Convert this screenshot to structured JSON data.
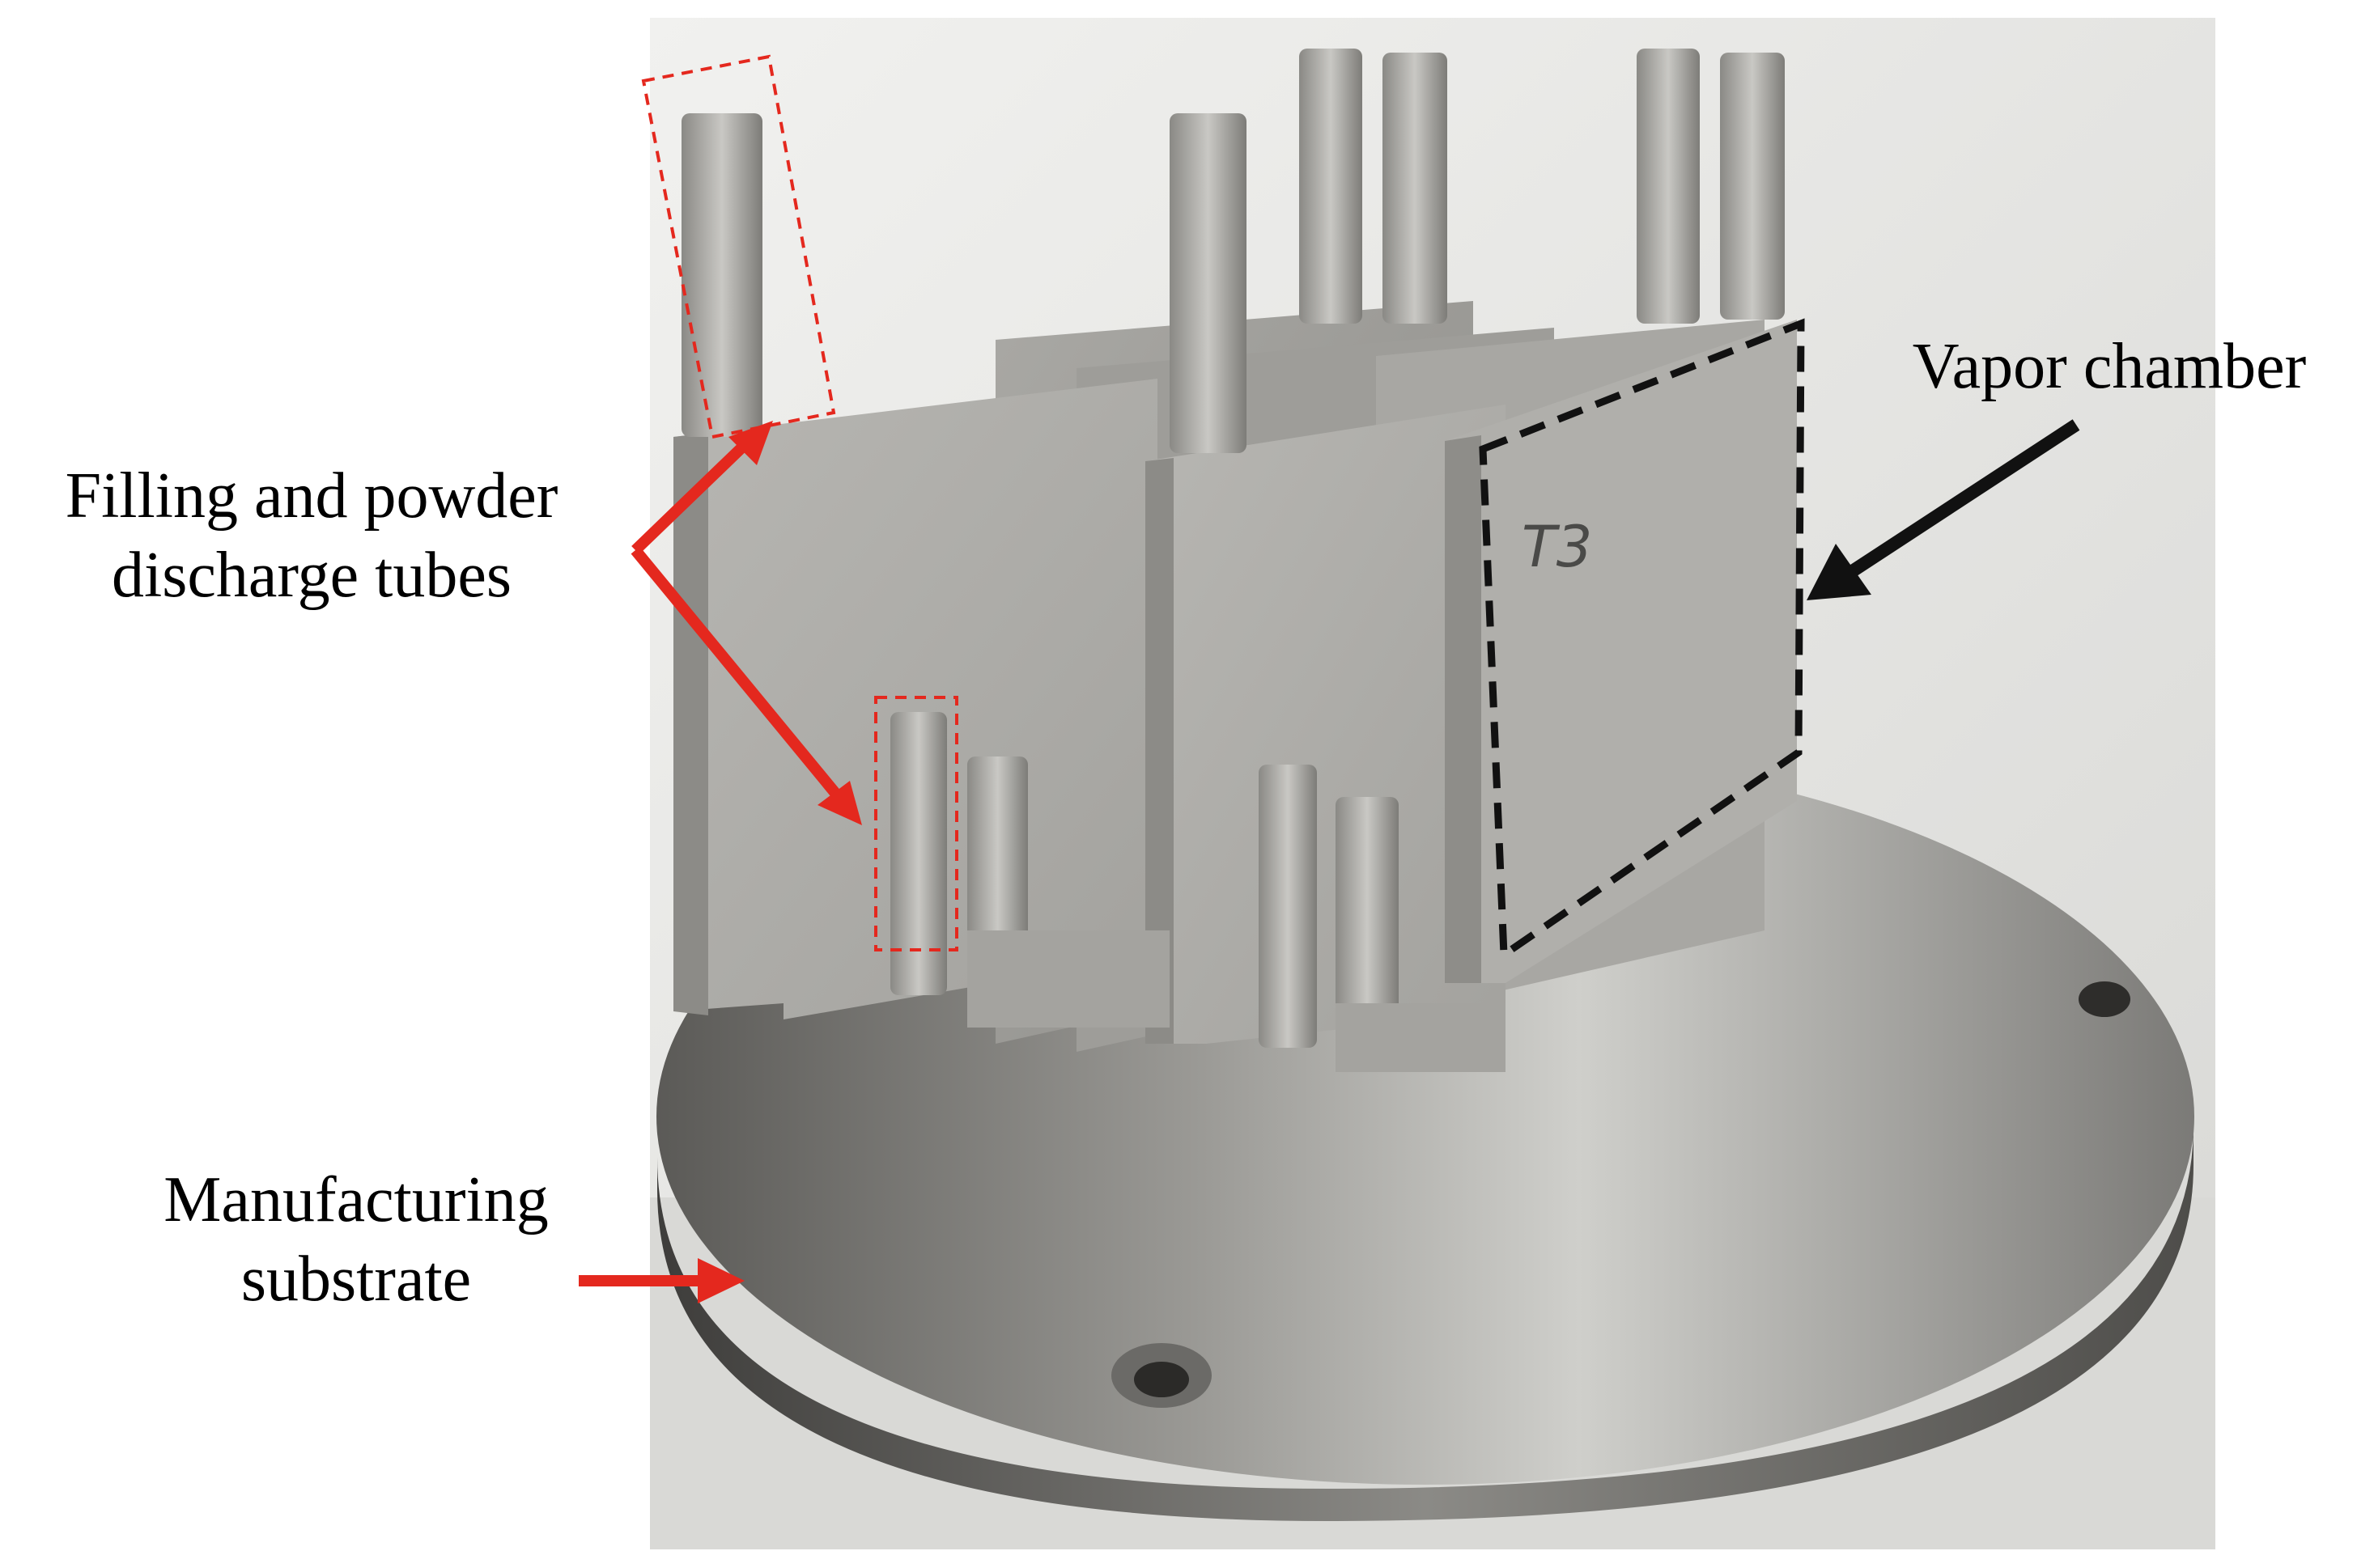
{
  "labels": {
    "tubes": [
      "Filling and powder",
      "discharge tubes"
    ],
    "vapor": "Vapor chamber",
    "substrate": [
      "Manufacturing",
      "substrate"
    ],
    "plate_mark": "T3"
  },
  "colors": {
    "annotation_red": "#e4281e",
    "annotation_black": "#111111",
    "metal_light": "#b9b8b5",
    "metal_dark": "#6f6e6b",
    "background_wall": "#e9e9e7"
  }
}
